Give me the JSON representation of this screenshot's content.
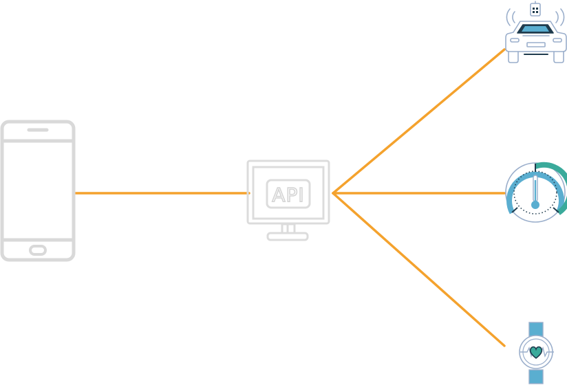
{
  "api_label": "API",
  "colors": {
    "connector": "#f4a22d",
    "device_gray": "#d9d9d9",
    "icon_outline": "#9aaecb",
    "icon_teal": "#3aaa9b",
    "icon_blue": "#5aaed0",
    "icon_dark": "#1f3b4d"
  },
  "nodes": [
    {
      "id": "smartphone",
      "icon": "smartphone-icon"
    },
    {
      "id": "api-server",
      "icon": "monitor-icon"
    },
    {
      "id": "self-driving-car",
      "icon": "car-icon"
    },
    {
      "id": "thermometer-gauge",
      "icon": "gauge-icon"
    },
    {
      "id": "smartwatch",
      "icon": "smartwatch-icon"
    }
  ],
  "edges": [
    {
      "from": "smartphone",
      "to": "api-server"
    },
    {
      "from": "api-server",
      "to": "self-driving-car"
    },
    {
      "from": "api-server",
      "to": "thermometer-gauge"
    },
    {
      "from": "api-server",
      "to": "smartwatch"
    }
  ]
}
